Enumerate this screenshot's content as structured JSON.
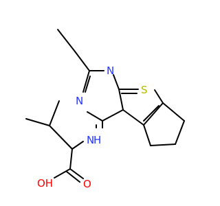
{
  "molecule": {
    "atoms": [
      {
        "id": "n1",
        "symbol": "N",
        "color": "#2233ff"
      },
      {
        "id": "n2",
        "symbol": "N",
        "color": "#2233ff"
      },
      {
        "id": "s1",
        "symbol": "S",
        "color": "#b8b800"
      },
      {
        "id": "nh",
        "symbol": "N",
        "color": "#2233ff"
      },
      {
        "id": "h",
        "symbol": "H",
        "color": "#2233ff"
      },
      {
        "id": "oh",
        "symbol": "OH",
        "color": "#ff0000"
      },
      {
        "id": "o2",
        "symbol": "O",
        "color": "#ff0000"
      }
    ]
  }
}
